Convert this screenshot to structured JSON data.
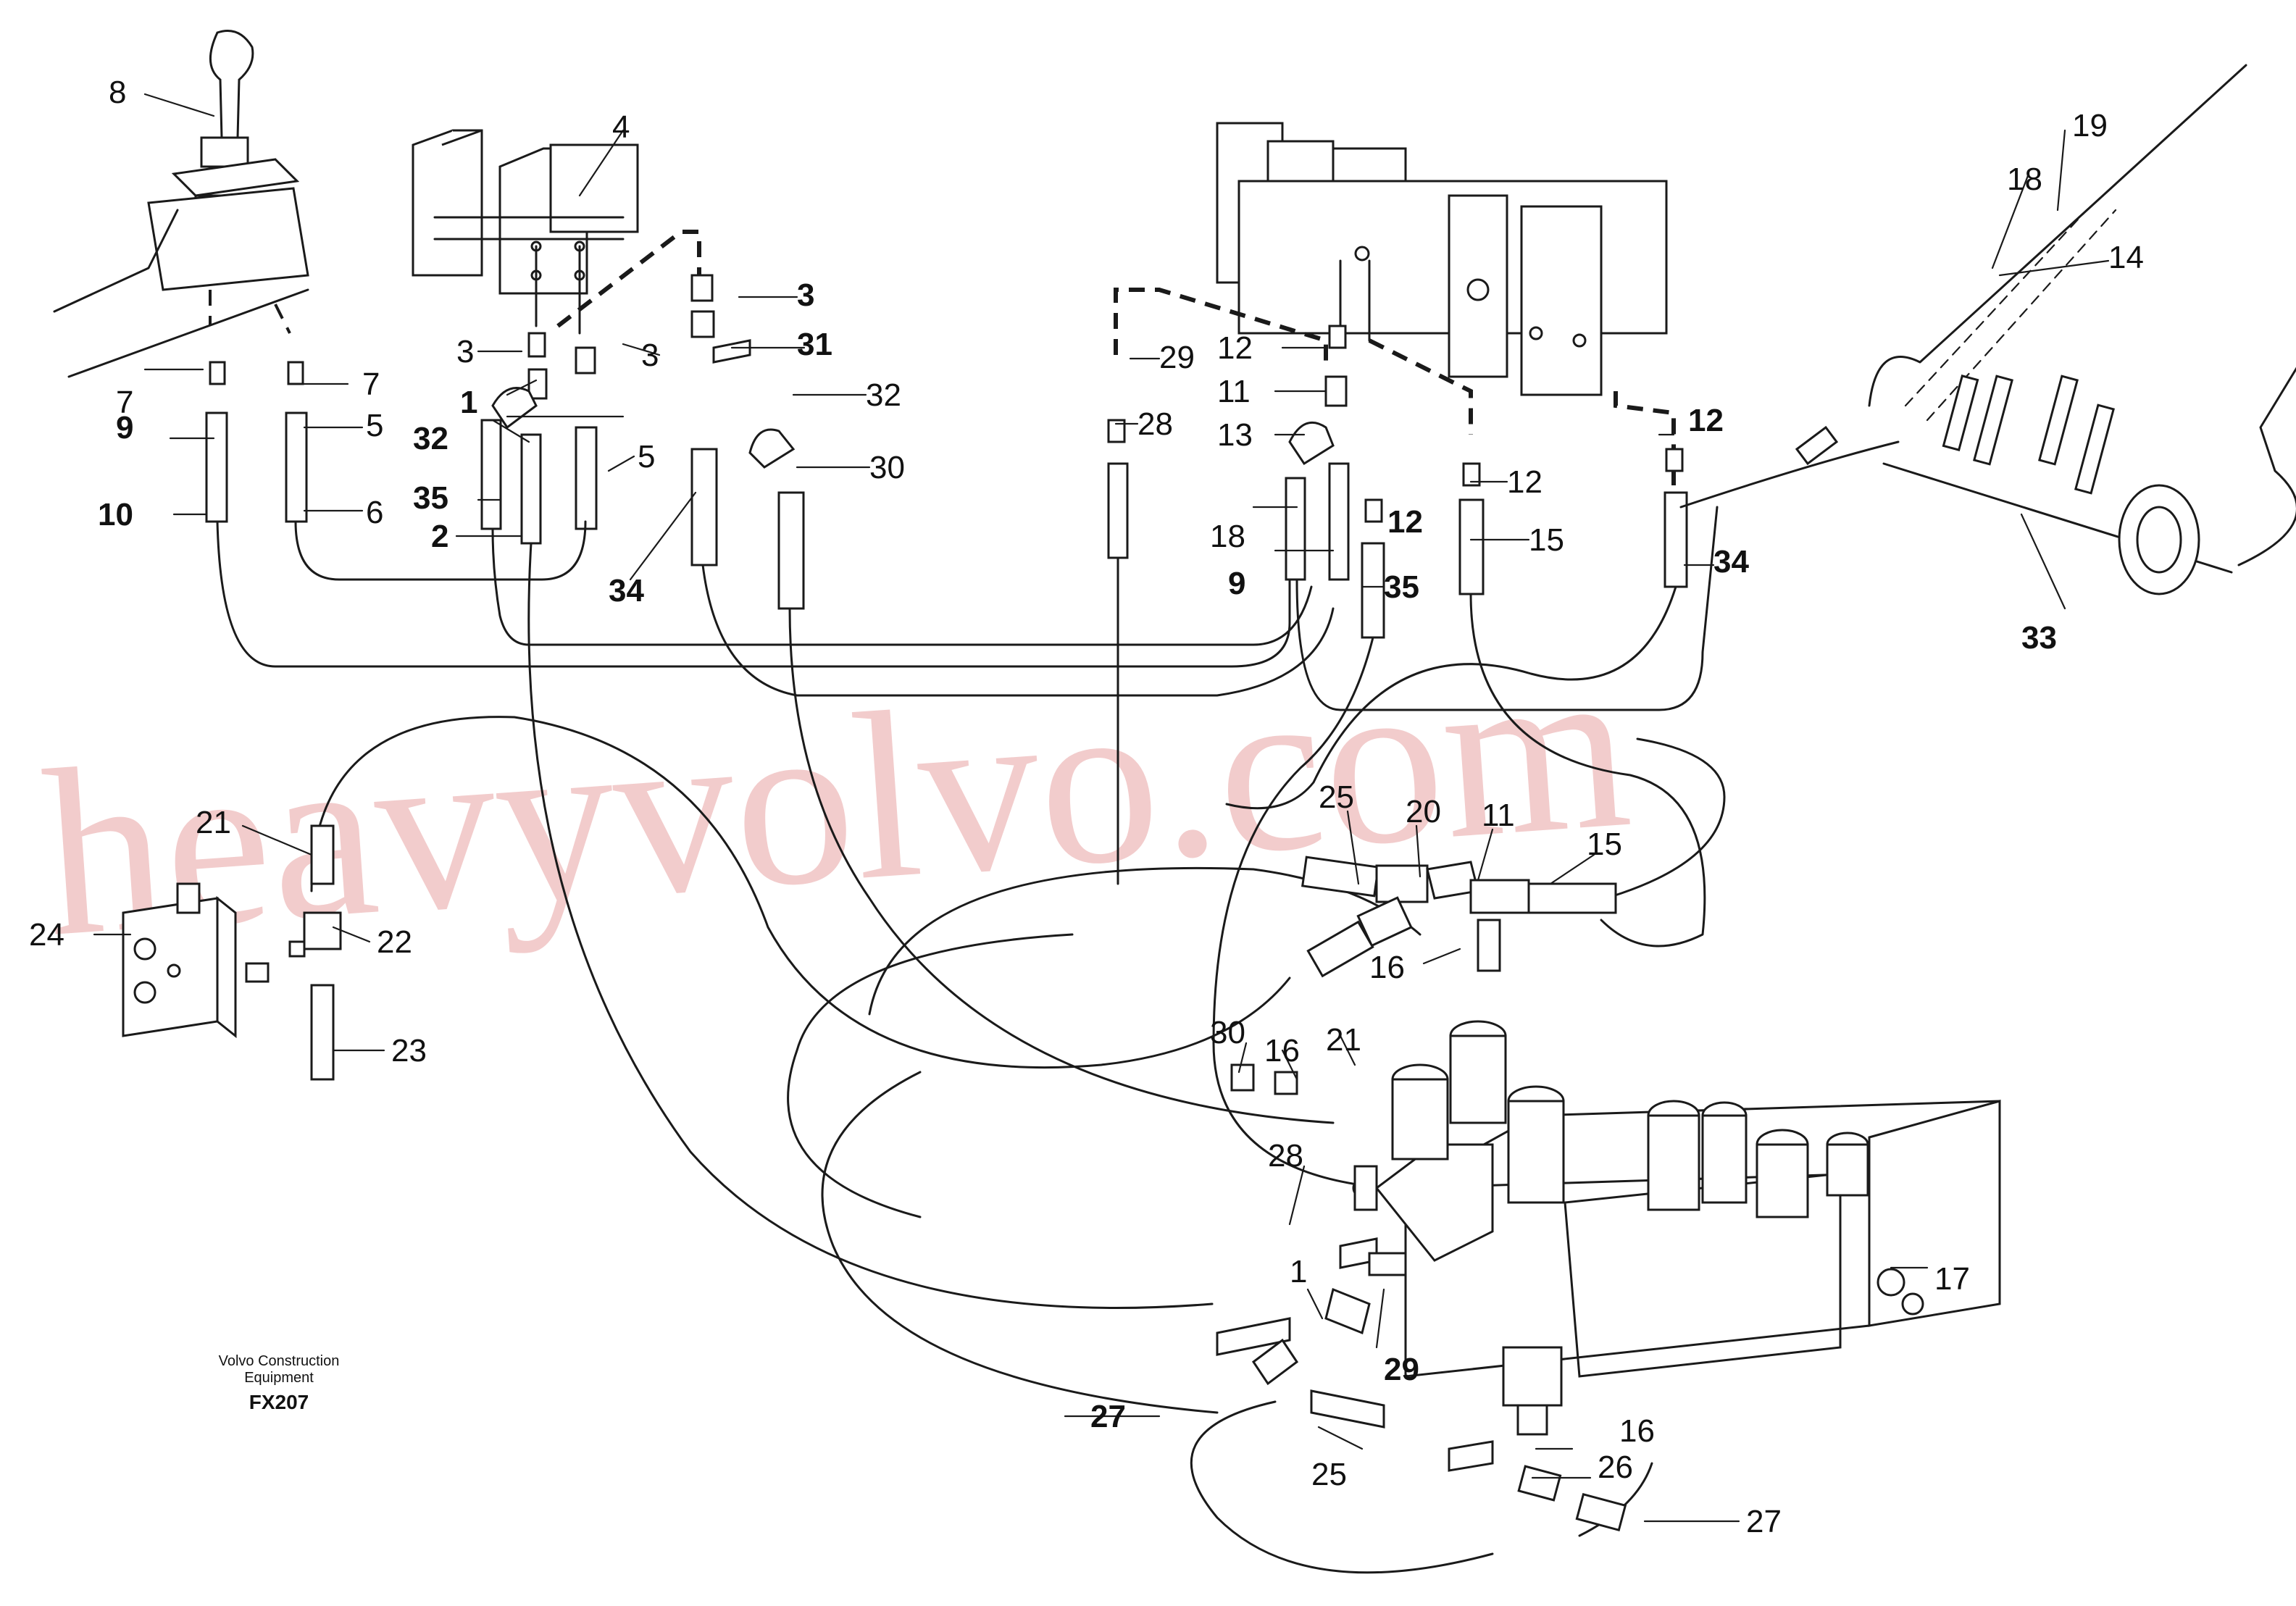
{
  "caption": {
    "line1": "Volvo Construction",
    "line2": "Equipment",
    "code": "FX207"
  },
  "watermark": "heavyvolvo.com",
  "colors": {
    "line": "#1a1a1a",
    "watermark": "#e8a3a3",
    "background": "#ffffff"
  },
  "callouts": [
    {
      "id": "c8",
      "label": "8"
    },
    {
      "id": "c4",
      "label": "4"
    },
    {
      "id": "c3a",
      "label": "3"
    },
    {
      "id": "c3b",
      "label": "3"
    },
    {
      "id": "c3c",
      "label": "3"
    },
    {
      "id": "c31",
      "label": "31"
    },
    {
      "id": "c32a",
      "label": "32"
    },
    {
      "id": "c32b",
      "label": "32"
    },
    {
      "id": "c7a",
      "label": "7"
    },
    {
      "id": "c7b",
      "label": "7"
    },
    {
      "id": "c1a",
      "label": "1"
    },
    {
      "id": "c9a",
      "label": "9"
    },
    {
      "id": "c10",
      "label": "10"
    },
    {
      "id": "c5a",
      "label": "5"
    },
    {
      "id": "c5b",
      "label": "5"
    },
    {
      "id": "c6",
      "label": "6"
    },
    {
      "id": "c35a",
      "label": "35"
    },
    {
      "id": "c2",
      "label": "2"
    },
    {
      "id": "c34a",
      "label": "34"
    },
    {
      "id": "c30a",
      "label": "30"
    },
    {
      "id": "c29a",
      "label": "29"
    },
    {
      "id": "c28a",
      "label": "28"
    },
    {
      "id": "c12a",
      "label": "12"
    },
    {
      "id": "c12b",
      "label": "12"
    },
    {
      "id": "c12c",
      "label": "12"
    },
    {
      "id": "c12d",
      "label": "12"
    },
    {
      "id": "c11a",
      "label": "11"
    },
    {
      "id": "c13",
      "label": "13"
    },
    {
      "id": "c18a",
      "label": "18"
    },
    {
      "id": "c9b",
      "label": "9"
    },
    {
      "id": "c35b",
      "label": "35"
    },
    {
      "id": "c15a",
      "label": "15"
    },
    {
      "id": "c34b",
      "label": "34"
    },
    {
      "id": "c14",
      "label": "14"
    },
    {
      "id": "c19",
      "label": "19"
    },
    {
      "id": "c18b",
      "label": "18"
    },
    {
      "id": "c33",
      "label": "33"
    },
    {
      "id": "c21a",
      "label": "21"
    },
    {
      "id": "c22",
      "label": "22"
    },
    {
      "id": "c24",
      "label": "24"
    },
    {
      "id": "c23",
      "label": "23"
    },
    {
      "id": "c25a",
      "label": "25"
    },
    {
      "id": "c20",
      "label": "20"
    },
    {
      "id": "c11b",
      "label": "11"
    },
    {
      "id": "c15b",
      "label": "15"
    },
    {
      "id": "c16a",
      "label": "16"
    },
    {
      "id": "c30b",
      "label": "30"
    },
    {
      "id": "c16b",
      "label": "16"
    },
    {
      "id": "c21b",
      "label": "21"
    },
    {
      "id": "c28b",
      "label": "28"
    },
    {
      "id": "c1b",
      "label": "1"
    },
    {
      "id": "c29b",
      "label": "29"
    },
    {
      "id": "c17",
      "label": "17"
    },
    {
      "id": "c27a",
      "label": "27"
    },
    {
      "id": "c16c",
      "label": "16"
    },
    {
      "id": "c26",
      "label": "26"
    },
    {
      "id": "c25b",
      "label": "25"
    },
    {
      "id": "c27b",
      "label": "27"
    }
  ]
}
